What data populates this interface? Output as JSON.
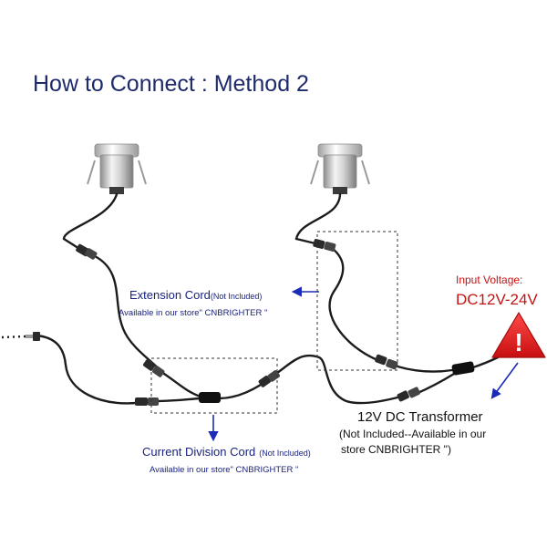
{
  "title": "How to Connect : Method 2",
  "extension_cord": {
    "label": "Extension Cord",
    "note": "(Not Included)",
    "availability": "Available in our store\" CNBRIGHTER \""
  },
  "input_voltage": {
    "label": "Input Voltage:",
    "value": "DC12V-24V"
  },
  "transformer": {
    "label": "12V DC Transformer",
    "line1": "(Not Included--Available in our",
    "line2": "store  CNBRIGHTER \")"
  },
  "division_cord": {
    "label": "Current Division Cord",
    "note": "(Not Included)",
    "availability": "Available in our store\" CNBRIGHTER \""
  },
  "warning_symbol": "!",
  "icons": [
    "led-lamp-icon",
    "warning-triangle-icon",
    "connector-icon",
    "arrow-icon"
  ],
  "colors": {
    "title": "#1f2a6b",
    "label_blue": "#1a237e",
    "arrow_blue": "#1b2bb8",
    "voltage_red": "#c41414",
    "cable": "#1c1c1c",
    "warning_red": "#e01a1a"
  }
}
